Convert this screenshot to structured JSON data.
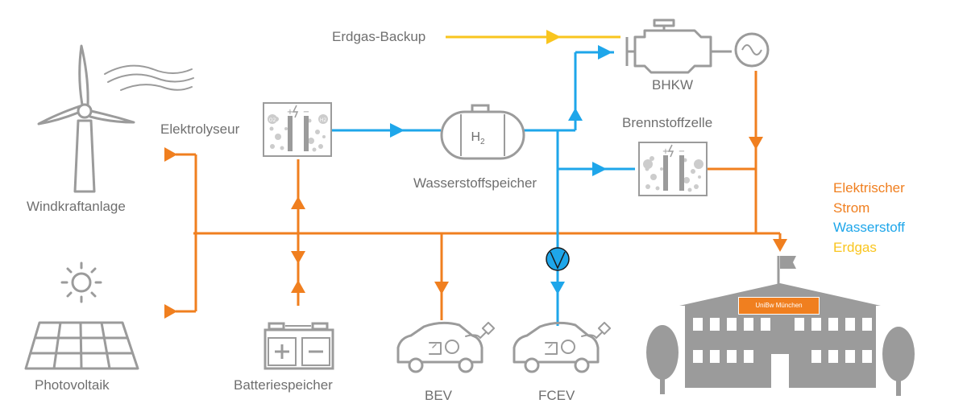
{
  "colors": {
    "strom": "#f07f1f",
    "wasserstoff": "#1ea6ea",
    "erdgas": "#f9c51e",
    "icon": "#9b9b9b",
    "text": "#6f6f6f"
  },
  "labels": {
    "windkraft": "Windkraftanlage",
    "photovoltaik": "Photovoltaik",
    "elektrolyseur": "Elektrolyseur",
    "batterie": "Batteriespeicher",
    "speicher": "Wasserstoffspeicher",
    "h2": "H",
    "h2_sub": "2",
    "bev": "BEV",
    "fcev": "FCEV",
    "bhkw": "BHKW",
    "erdgas_backup": "Erdgas-Backup",
    "brennstoffzelle": "Brennstoffzelle",
    "building_sign": "UniBw München",
    "o2": "O2",
    "h2cell": "H2"
  },
  "legend": [
    {
      "text": "Elektrischer",
      "color": "#f07f1f"
    },
    {
      "text": "Strom",
      "color": "#f07f1f"
    },
    {
      "text": "Wasserstoff",
      "color": "#1ea6ea"
    },
    {
      "text": "Erdgas",
      "color": "#f9c51e"
    }
  ]
}
